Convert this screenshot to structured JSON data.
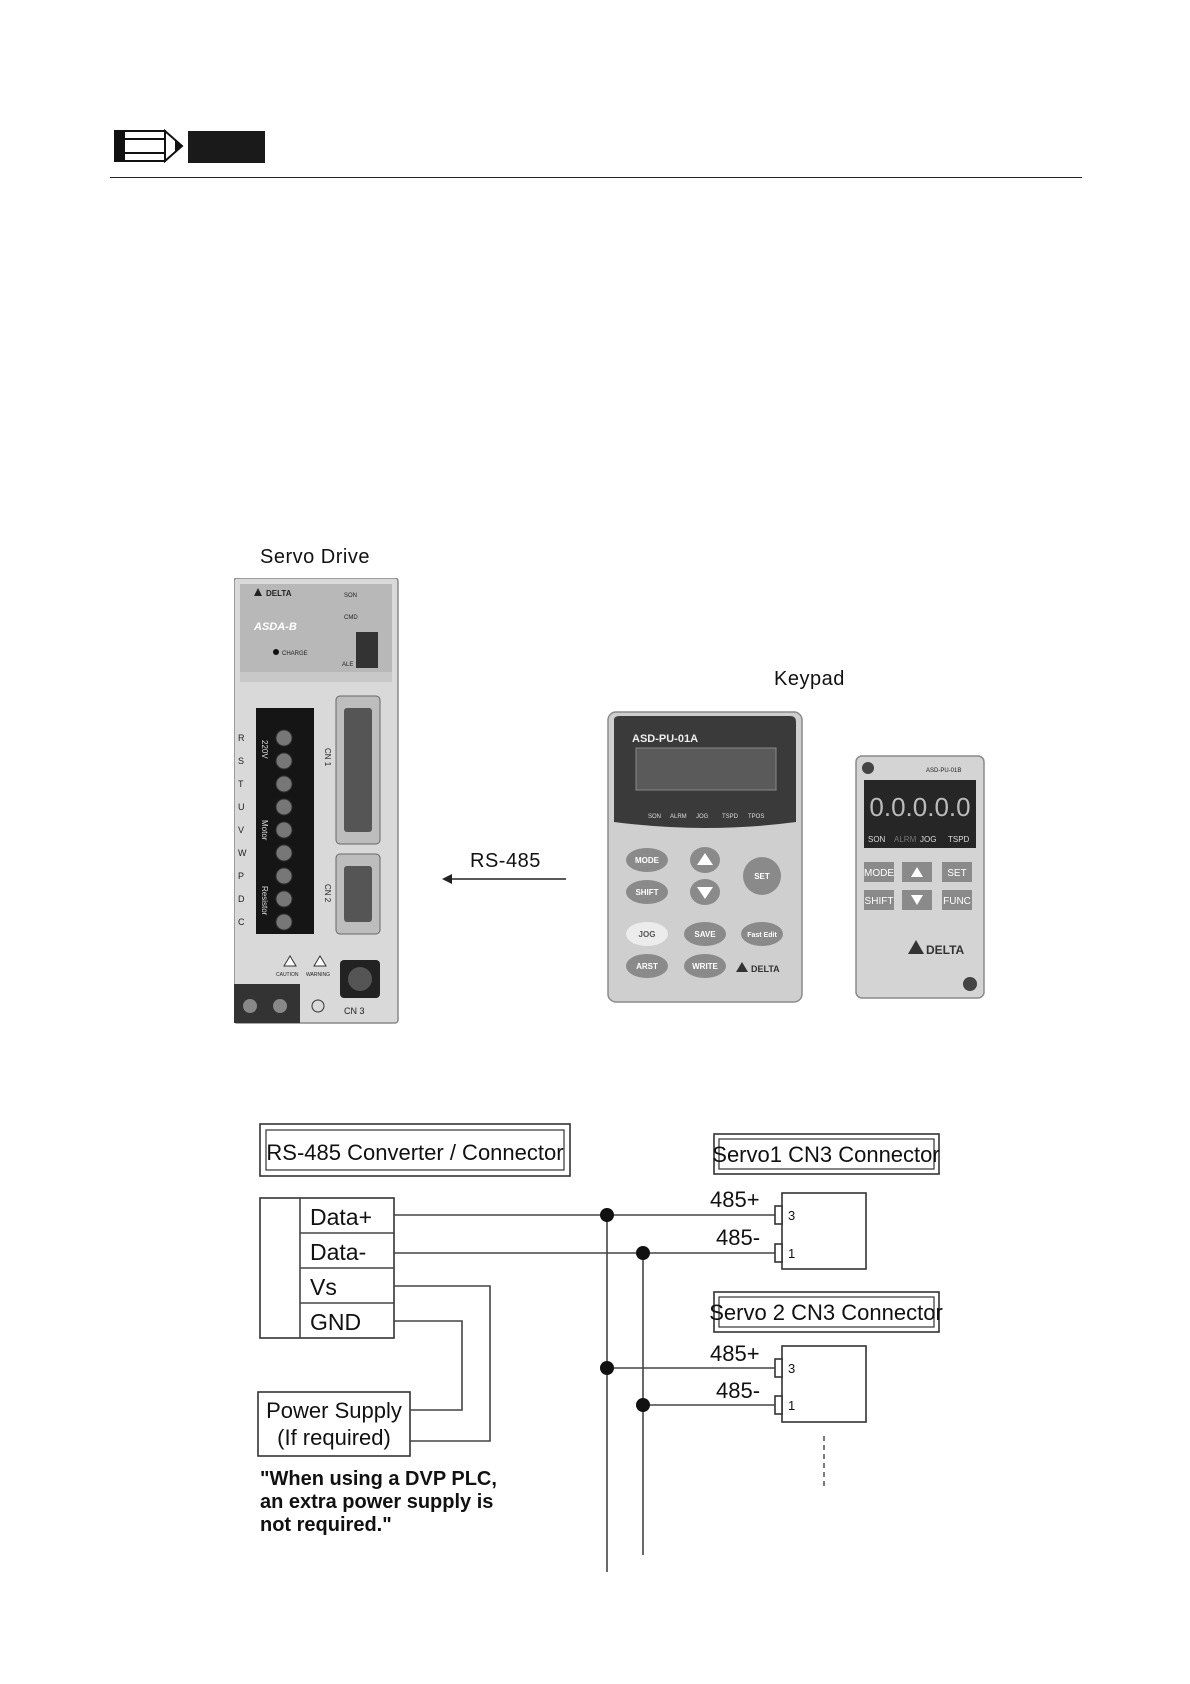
{
  "header": {
    "rule": true
  },
  "figure": {
    "servo_label": "Servo Drive",
    "keypad_label": "Keypad",
    "rs485_label": "RS-485",
    "servo_device": {
      "brand": "DELTA",
      "model": "ASDA-B",
      "son": "SON",
      "cmd": "CMD",
      "charge": "CHARGE",
      "ale": "ALE",
      "terminals": [
        "R",
        "S",
        "T",
        "U",
        "V",
        "W",
        "P",
        "D",
        "C"
      ],
      "terminal_groups": [
        "220V",
        "Motor",
        "Resistor"
      ],
      "cn1": "CN 1",
      "cn2": "CN 2",
      "cn3": "CN 3",
      "caution": "CAUTION",
      "warning": "WARNING"
    },
    "keypad_a": {
      "model": "ASD-PU-01A",
      "indicators": [
        "SON",
        "ALRM",
        "JOG",
        "TSPD",
        "TPOS"
      ],
      "buttons": [
        "MODE",
        "SHIFT",
        "SET",
        "JOG",
        "SAVE",
        "Fast Edit",
        "ARST",
        "WRITE"
      ],
      "brand": "DELTA"
    },
    "keypad_b": {
      "model": "ASD-PU-01B",
      "display": "0.0.0.0.0",
      "indicators": [
        "SON",
        "ALRM",
        "JOG",
        "TSPD"
      ],
      "buttons": [
        "MODE",
        "SET",
        "SHIFT",
        "FUNC"
      ],
      "brand": "DELTA"
    }
  },
  "wiring": {
    "converter_title": "RS-485 Converter / Connector",
    "pins": [
      "Data+",
      "Data-",
      "Vs",
      "GND"
    ],
    "servo1_title": "Servo1 CN3 Connector",
    "servo2_title": "Servo 2 CN3 Connector",
    "plus_label": "485+",
    "minus_label": "485-",
    "pin_plus": "3",
    "pin_minus": "1",
    "power_supply": "Power Supply",
    "power_supply_sub": "(If required)",
    "note": "\"When using a DVP PLC,\nan extra power supply is\nnot required.\""
  }
}
